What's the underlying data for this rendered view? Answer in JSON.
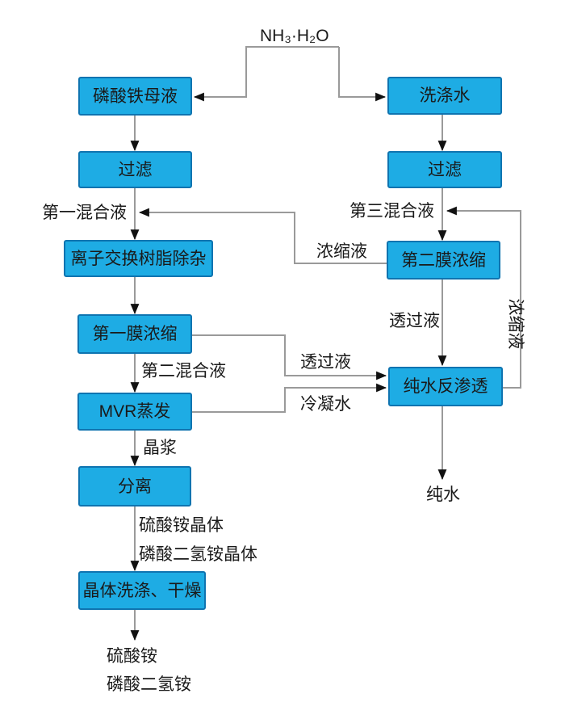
{
  "diagram": {
    "title_label": "NH₃·H₂O",
    "nodes": {
      "fe_mother_liquor": "磷酸铁母液",
      "filter_left": "过滤",
      "ion_exchange": "离子交换树脂除杂",
      "membrane1": "第一膜浓缩",
      "mvr": "MVR蒸发",
      "separation": "分离",
      "crystal_wash_dry": "晶体洗涤、干燥",
      "wash_water": "洗涤水",
      "filter_right": "过滤",
      "membrane2": "第二膜浓缩",
      "ro": "纯水反渗透"
    },
    "labels": {
      "mix1": "第一混合液",
      "mix2": "第二混合液",
      "mix3": "第三混合液",
      "concentrate_feed": "浓缩液",
      "concentrate_return": "浓缩液",
      "permeate_right": "透过液",
      "permeate_left": "透过液",
      "condensate": "冷凝水",
      "crystal_slurry": "晶浆",
      "ammonium_sulfate_crystal": "硫酸铵晶体",
      "map_crystal": "磷酸二氢铵晶体",
      "ammonium_sulfate": "硫酸铵",
      "map": "磷酸二氢铵",
      "pure_water": "纯水"
    },
    "colors": {
      "box_fill": "#1EACE4",
      "box_border": "#0F74B0",
      "line": "#9a9a9a",
      "arrow": "#111111",
      "text": "#1a1a1a"
    }
  }
}
